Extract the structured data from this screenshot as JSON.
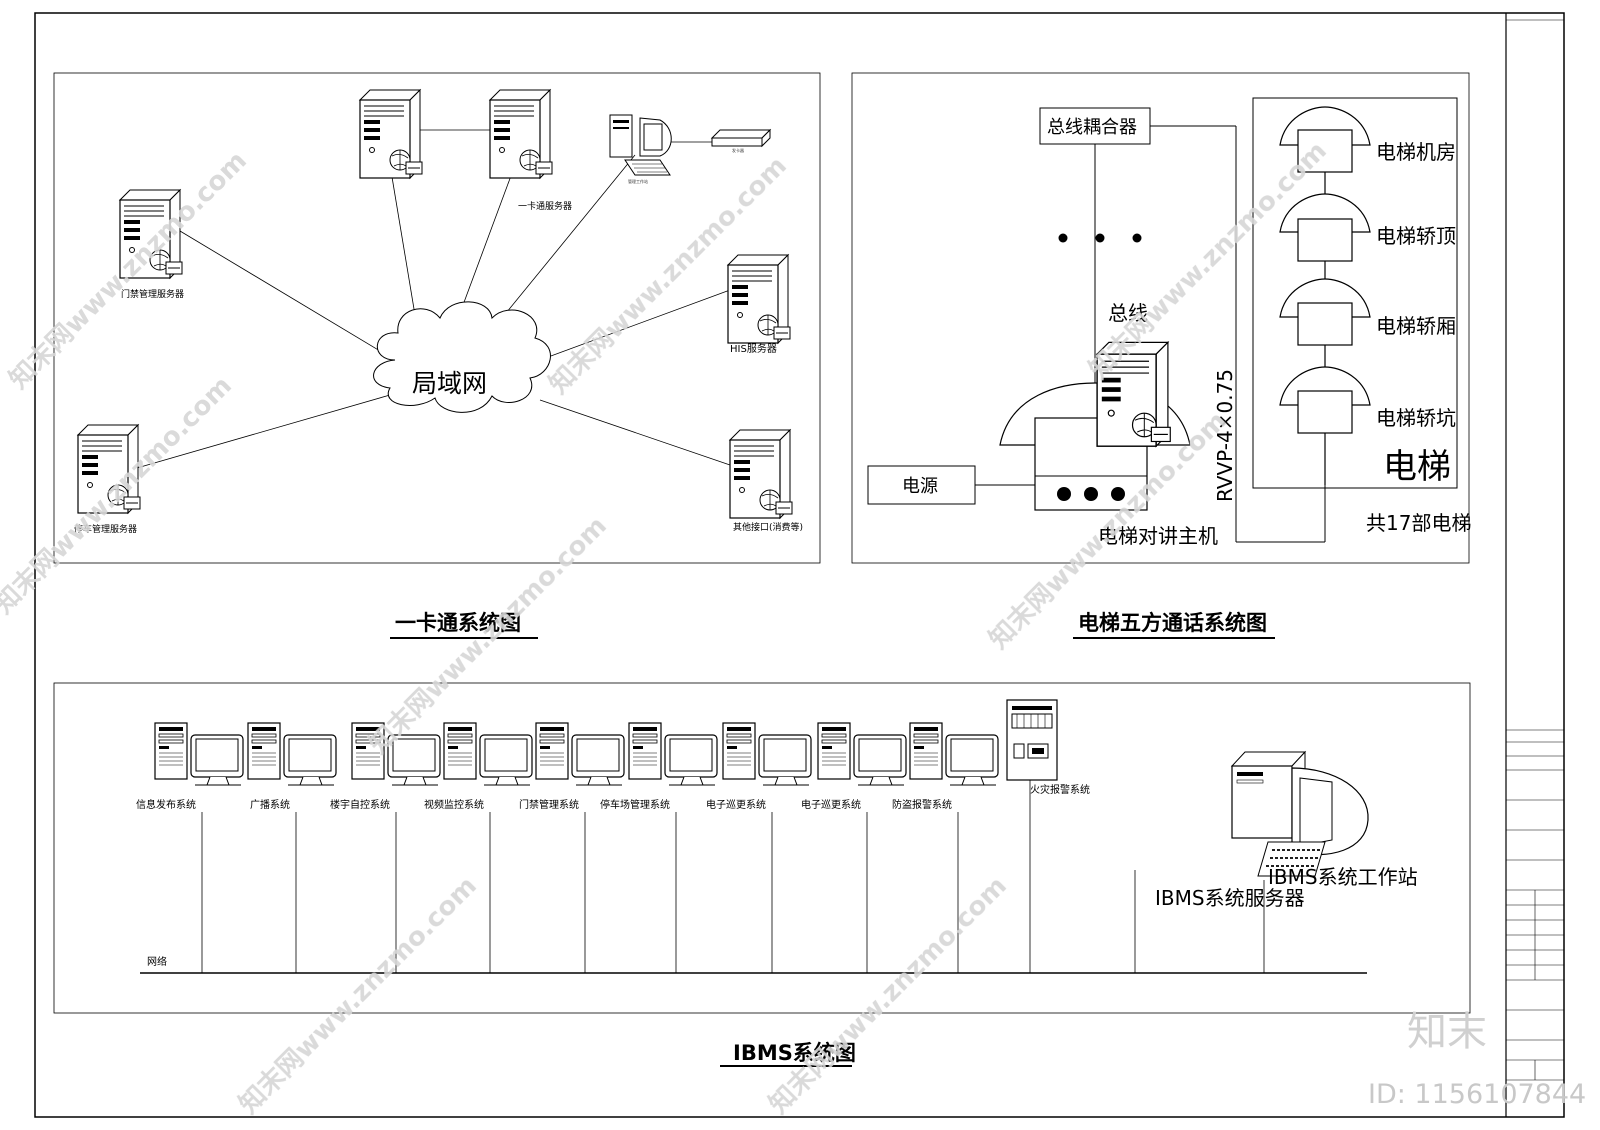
{
  "ykt": {
    "title": "一卡通系统图",
    "cloud_label": "局域网",
    "nodes": {
      "ykt_server": "一卡通服务器",
      "workstation": "管理工作站",
      "card_reader": "发卡器",
      "access_server": "门禁管理服务器",
      "his_server": "HIS服务器",
      "parking_server": "停车管理服务器",
      "other_interface": "其他接口(消费等)"
    }
  },
  "elevator": {
    "title": "电梯五方通话系统图",
    "bus_coupler": "总线耦合器",
    "bus": "总线",
    "cable": "RVVP-4×0.75",
    "power": "电源",
    "host": "电梯对讲主机",
    "points": [
      "电梯机房",
      "电梯轿顶",
      "电梯轿厢",
      "电梯轿坑"
    ],
    "elevator_label": "电梯",
    "count": "共17部电梯"
  },
  "ibms": {
    "title": "IBMS系统图",
    "network": "网络",
    "subsystems": [
      "信息发布系统",
      "广播系统",
      "楼宇自控系统",
      "视频监控系统",
      "门禁管理系统",
      "停车场管理系统",
      "电子巡更系统",
      "电子巡更系统",
      "防盗报警系统"
    ],
    "fire": "火灾报警系统",
    "server": "IBMS系统服务器",
    "workstation": "IBMS系统工作站"
  },
  "watermark": {
    "text": "知末网www.znzmo.com",
    "id": "ID: 1156107844",
    "logo": "知末"
  }
}
